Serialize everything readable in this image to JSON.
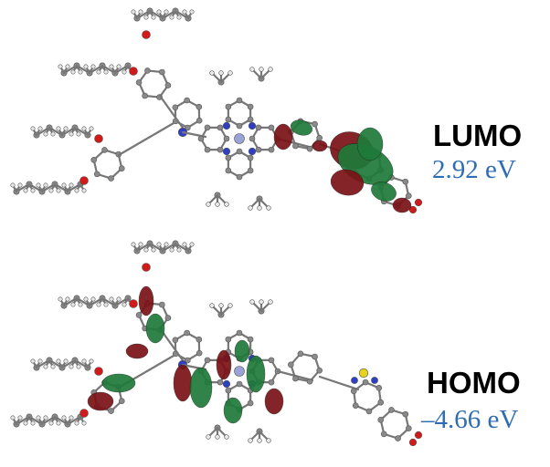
{
  "orbitals": {
    "lumo": {
      "name": "LUMO",
      "energy": "2.92 eV"
    },
    "homo": {
      "name": "HOMO",
      "energy": "–4.66 eV"
    }
  },
  "colors": {
    "energy_text": "#2e6db4",
    "lobe_positive": "#1f7a3a",
    "lobe_negative": "#7a1216",
    "carbon": "#8a8a8a",
    "hydrogen": "#e8e8e8",
    "oxygen": "#d11a1a",
    "nitrogen": "#2f3fc4",
    "sulfur": "#e8d21a",
    "metal": "#9aa3d6"
  }
}
